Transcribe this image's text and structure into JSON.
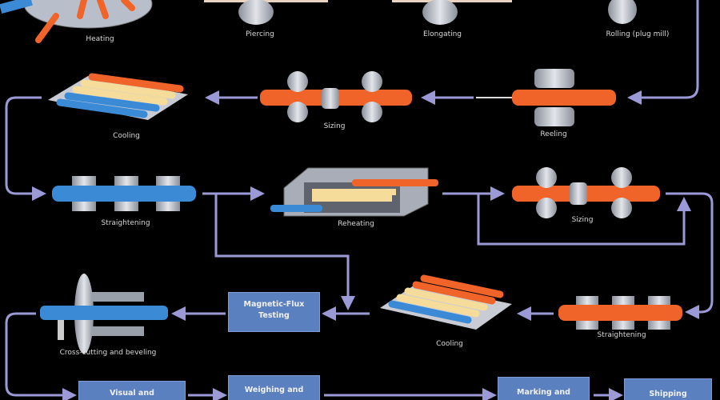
{
  "colors": {
    "background": "#000000",
    "arrow": "#9c9ad6",
    "hot_pipe": "#f0642a",
    "cool_pipe": "#3a8ad6",
    "warm_pipe": "#f6dc9a",
    "roll": "#b7bcc6",
    "process_box": "#5b80bf"
  },
  "steps": {
    "heating": "Heating",
    "piercing": "Piercing",
    "elongating": "Elongating",
    "rolling": "Rolling (plug mill)",
    "cooling_1": "Cooling",
    "sizing_1": "Sizing",
    "reeling": "Reeling",
    "straightening_1": "Straightening",
    "reheating": "Reheating",
    "sizing_2": "Sizing",
    "cross_cutting": "Cross-cutting and beveling",
    "cooling_2": "Cooling",
    "straightening_2": "Straightening"
  },
  "boxes": {
    "magnetic_flux_1": "Magnetic-Flux",
    "magnetic_flux_2": "Testing",
    "visual": "Visual and",
    "weighing": "Weighing and",
    "marking": "Marking and",
    "shipping": "Shipping"
  }
}
